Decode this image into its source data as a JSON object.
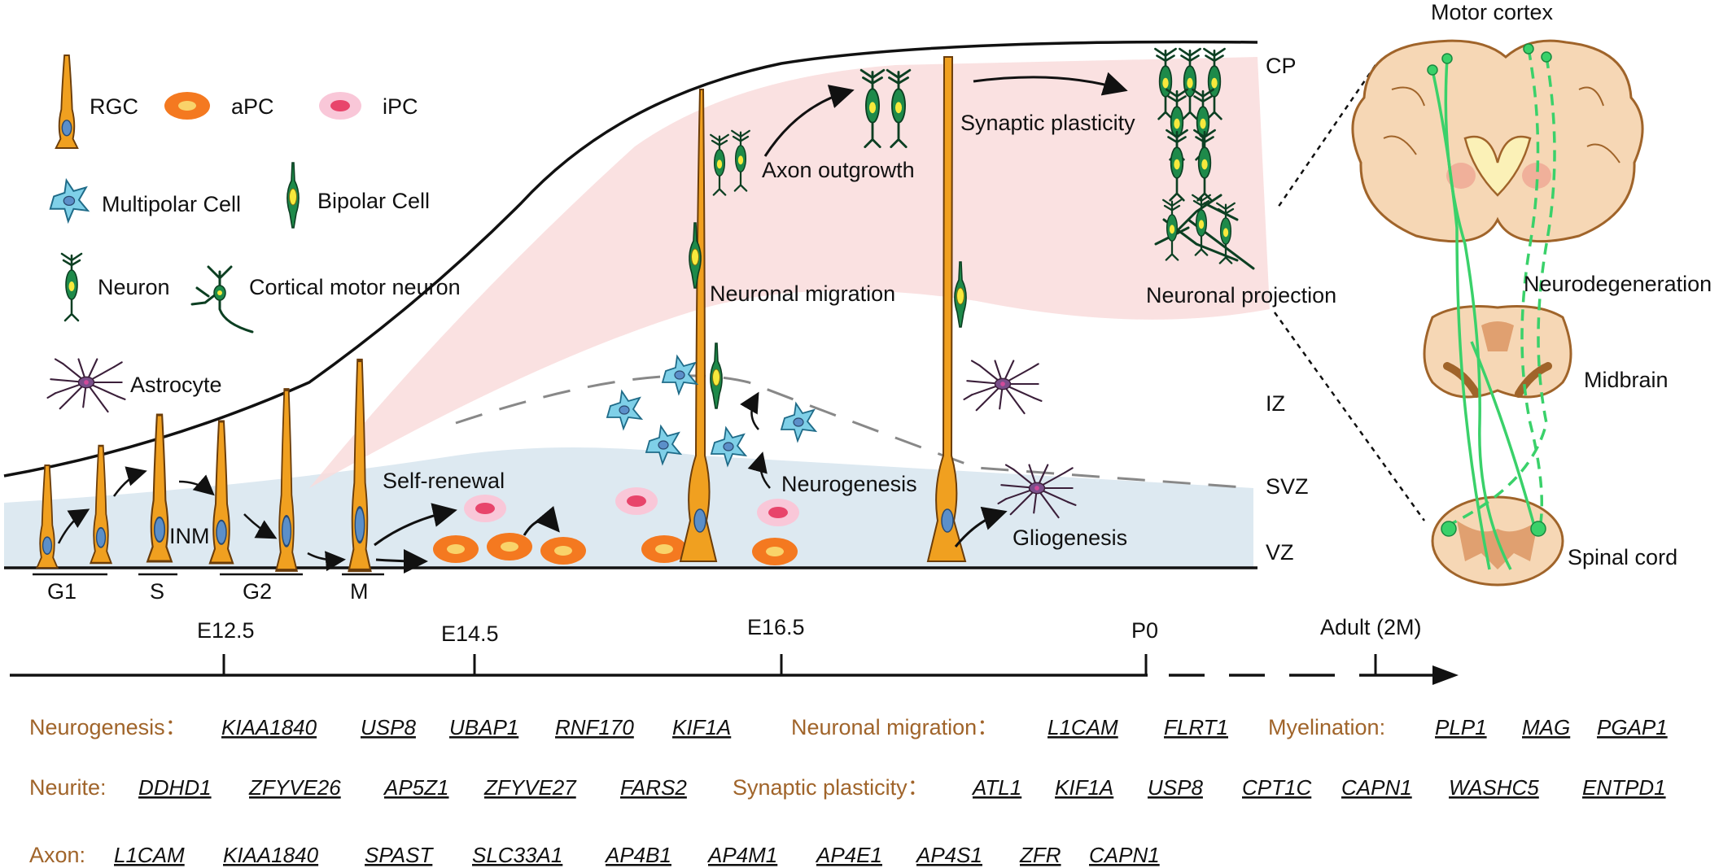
{
  "legend": {
    "rgc": "RGC",
    "apc": "aPC",
    "ipc": "iPC",
    "multipolar": "Multipolar Cell",
    "bipolar": "Bipolar Cell",
    "neuron": "Neuron",
    "cortical_motor_neuron": "Cortical motor neuron",
    "astrocyte": "Astrocyte"
  },
  "zones": {
    "cp": "CP",
    "iz": "IZ",
    "svz": "SVZ",
    "vz": "VZ"
  },
  "cell_cycle": {
    "g1": "G1",
    "s": "S",
    "g2": "G2",
    "m": "M",
    "inm": "INM"
  },
  "processes": {
    "self_renewal": "Self-renewal",
    "neurogenesis": "Neurogenesis",
    "neuronal_migration": "Neuronal migration",
    "axon_outgrowth": "Axon outgrowth",
    "synaptic_plasticity": "Synaptic plasticity",
    "neuronal_projection": "Neuronal projection",
    "gliogenesis": "Gliogenesis",
    "neurodegeneration": "Neurodegeneration"
  },
  "anatomy": {
    "motor_cortex": "Motor cortex",
    "midbrain": "Midbrain",
    "spinal_cord": "Spinal cord"
  },
  "timeline": [
    "E12.5",
    "E14.5",
    "E16.5",
    "P0",
    "Adult (2M)"
  ],
  "gene_rows": [
    {
      "groups": [
        {
          "category": "Neurogenesis：",
          "genes": [
            "KIAA1840",
            "USP8",
            "UBAP1",
            "RNF170",
            "KIF1A"
          ]
        },
        {
          "category": "Neuronal migration：",
          "genes": [
            "L1CAM",
            "FLRT1"
          ]
        },
        {
          "category": "Myelination:",
          "genes": [
            "PLP1",
            "MAG",
            "PGAP1"
          ]
        }
      ]
    },
    {
      "groups": [
        {
          "category": "Neurite:",
          "genes": [
            "DDHD1",
            "ZFYVE26",
            "AP5Z1",
            "ZFYVE27",
            "FARS2"
          ]
        },
        {
          "category": "Synaptic plasticity：",
          "genes": [
            "ATL1",
            "KIF1A",
            "USP8",
            "CPT1C",
            "CAPN1",
            "WASHC5",
            "ENTPD1"
          ]
        }
      ]
    },
    {
      "groups": [
        {
          "category": "Axon:",
          "genes": [
            "L1CAM",
            "KIAA1840",
            "SPAST",
            "SLC33A1",
            "AP4B1",
            "AP4M1",
            "AP4E1",
            "AP4S1",
            "ZFR",
            "CAPN1"
          ]
        }
      ]
    }
  ],
  "colors": {
    "rgc": "#f0a020",
    "nucleus": "#5b8fc9",
    "apc": "#f47920",
    "ipc": "#f48fb1",
    "multipolar": "#7fd0e8",
    "neuron": "#1e8a4a",
    "bipolar_nucleus": "#f7e93c",
    "cp_zone": "#f9dcdc",
    "vz_zone": "#dde9f1",
    "category": "#a0642a",
    "tract": "#3ad16a"
  }
}
